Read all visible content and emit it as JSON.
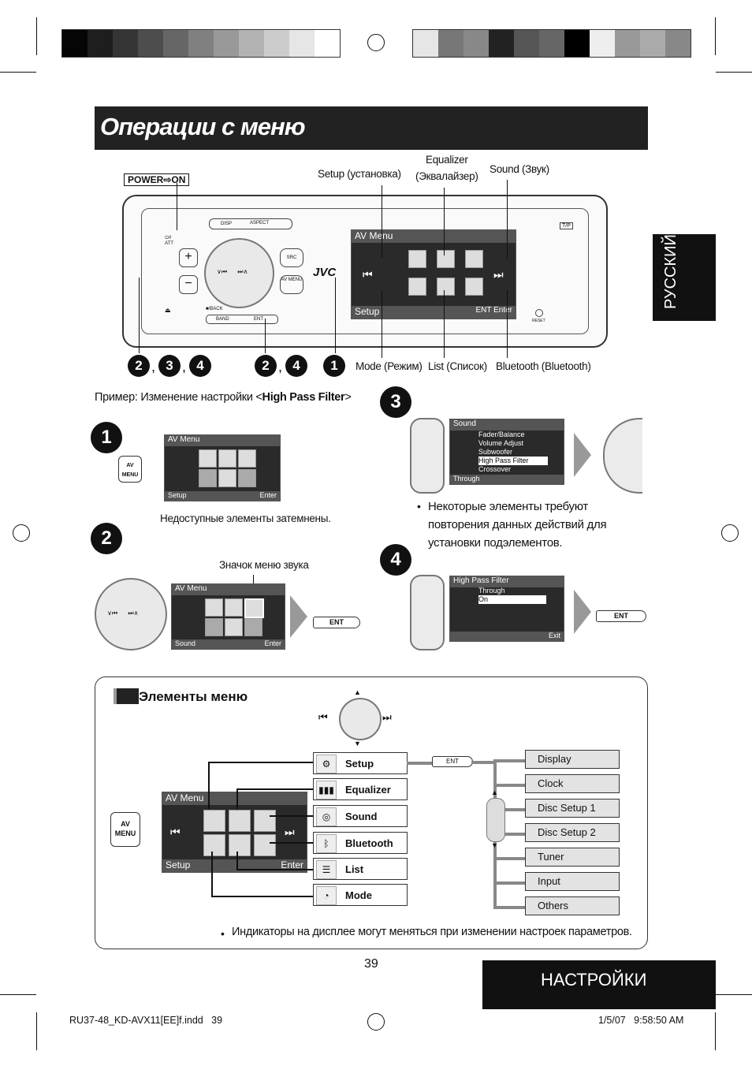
{
  "title": "Операции с меню",
  "side_tab": "РУССКИЙ",
  "section_label": "НАСТРОЙКИ",
  "page_number": "39",
  "footer": {
    "file": "RU37-48_KD-AVX11[EE]f.indd   39",
    "date": "1/5/07   9:58:50 AM"
  },
  "device": {
    "power_label": "POWER⇨ON",
    "brand": "JVC",
    "buttons": {
      "disp": "DISP",
      "aspect": "ASPECT",
      "src": "SRC",
      "av_menu": "AV MENU",
      "back": "■/BACK",
      "band": "BAND",
      "ent": "ENT",
      "att": "⏻/I ATT",
      "tp": "T/P",
      "reset": "RESET"
    },
    "screen_title": "AV Menu",
    "screen_footer_left": "Setup",
    "screen_footer_right": "ENT Enter"
  },
  "callouts": {
    "setup": "Setup (установка)",
    "equalizer_1": "Equalizer",
    "equalizer_2": "(Эквалайзер)",
    "sound": "Sound (Звук)",
    "mode": "Mode (Режим)",
    "list": "List (Список)",
    "bluetooth": "Bluetooth (Bluetooth)"
  },
  "badges": {
    "group_a": [
      "2",
      "3",
      "4"
    ],
    "group_b": [
      "2",
      "4"
    ],
    "single": "1"
  },
  "example_prefix": "Пример: Изменение настройки <",
  "example_bold": "High Pass Filter",
  "example_suffix": ">",
  "steps": {
    "s1": {
      "num": "1",
      "screen_title": "AV Menu",
      "footer_left": "Setup",
      "footer_right": "Enter",
      "note": "Недоступные элементы затемнены."
    },
    "s2": {
      "num": "2",
      "note": "Значок меню звука",
      "screen_title": "AV Menu",
      "footer_left": "Sound",
      "footer_right": "Enter",
      "ent": "ENT"
    },
    "s3": {
      "num": "3",
      "screen_title": "Sound",
      "items": [
        "Fader/Balance",
        "Volume Adjust",
        "Subwoofer",
        "High Pass Filter",
        "Crossover"
      ],
      "footer": "Through",
      "bullet": "Некоторые элементы требуют повторения данных действий для установки подэлементов."
    },
    "s4": {
      "num": "4",
      "screen_title": "High Pass Filter",
      "items": [
        "Through",
        "On"
      ],
      "footer_right": "Exit",
      "ent": "ENT"
    }
  },
  "menu_elements": {
    "heading": "Элементы меню",
    "av_menu_btn": "AV MENU",
    "screen_title": "AV Menu",
    "screen_footer_left": "Setup",
    "screen_footer_right": "Enter",
    "ent": "ENT",
    "items": [
      "Setup",
      "Equalizer",
      "Sound",
      "Bluetooth",
      "List",
      "Mode"
    ],
    "setup_sub": [
      "Display",
      "Clock",
      "Disc Setup 1",
      "Disc Setup 2",
      "Tuner",
      "Input",
      "Others"
    ],
    "note": "Индикаторы на дисплее могут меняться при изменении настроек параметров."
  },
  "colors": {
    "dark": "#222222",
    "black": "#111111",
    "grey": "#888888"
  }
}
